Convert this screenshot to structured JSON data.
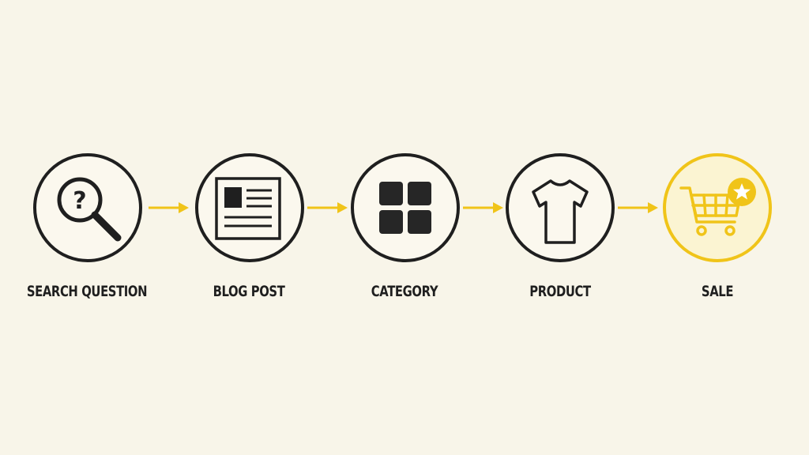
{
  "colors": {
    "background": "#f8f5e9",
    "ink": "#1f1f1f",
    "accent": "#f0c419",
    "accent_fill": "#fbf4d2"
  },
  "steps": [
    {
      "label": "SEARCH QUESTION",
      "icon": "magnifier-question-icon",
      "highlight": false
    },
    {
      "label": "BLOG POST",
      "icon": "article-icon",
      "highlight": false
    },
    {
      "label": "CATEGORY",
      "icon": "grid-icon",
      "highlight": false
    },
    {
      "label": "PRODUCT",
      "icon": "tshirt-icon",
      "highlight": false
    },
    {
      "label": "SALE",
      "icon": "cart-star-icon",
      "highlight": true
    }
  ]
}
